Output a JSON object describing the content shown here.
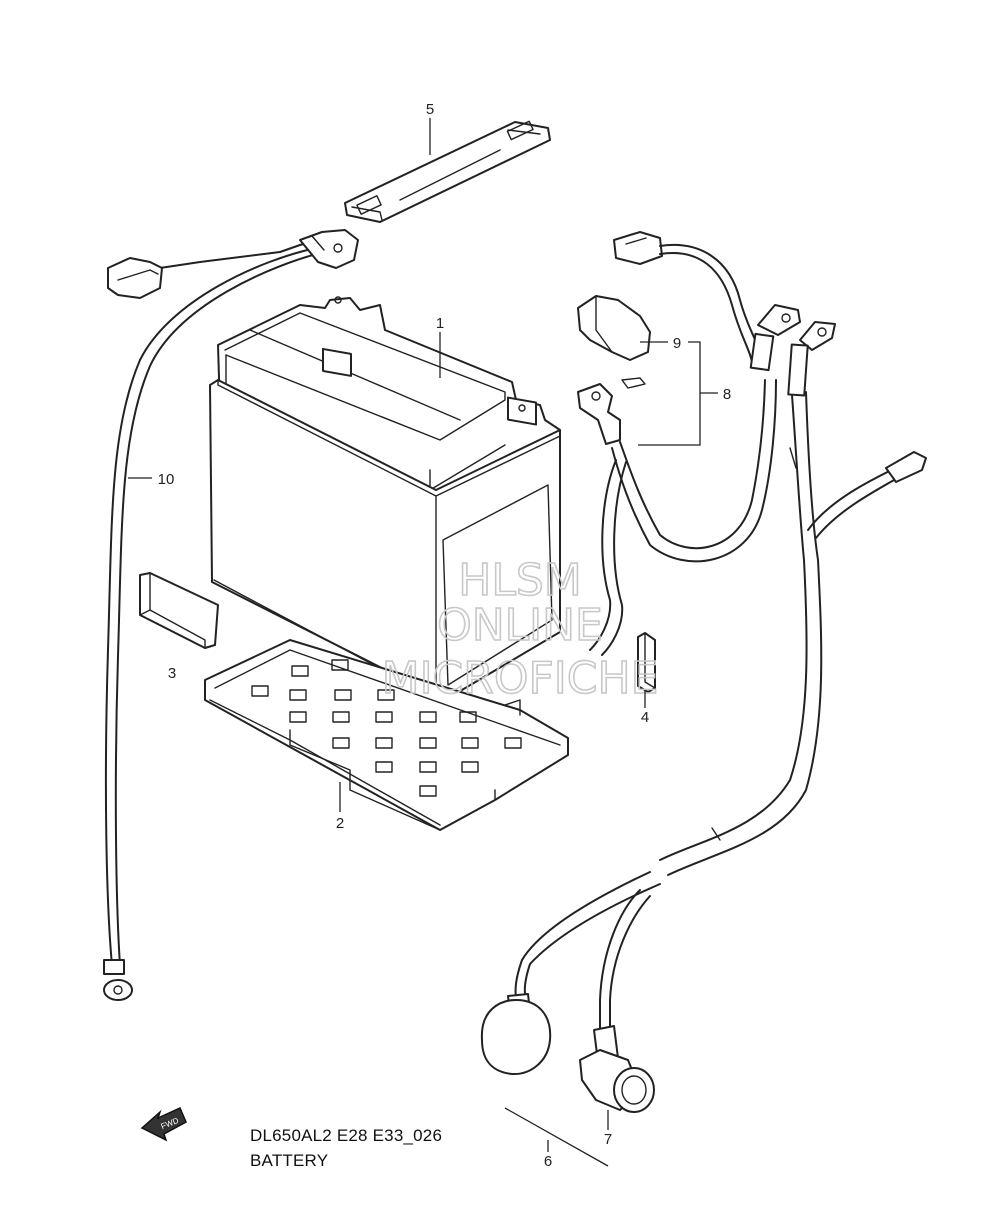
{
  "diagram": {
    "model_code": "DL650AL2 E28 E33_026",
    "section_title": "BATTERY",
    "fwd_label": "FWD",
    "watermark": [
      "HLSM",
      "ONLINE",
      "MICROFICHE"
    ],
    "callouts": [
      {
        "id": "1",
        "text": "1"
      },
      {
        "id": "2",
        "text": "2"
      },
      {
        "id": "3",
        "text": "3"
      },
      {
        "id": "4",
        "text": "4"
      },
      {
        "id": "5",
        "text": "5"
      },
      {
        "id": "6",
        "text": "6"
      },
      {
        "id": "7",
        "text": "7"
      },
      {
        "id": "8",
        "text": "8"
      },
      {
        "id": "9",
        "text": "9"
      },
      {
        "id": "10",
        "text": "10"
      }
    ]
  }
}
